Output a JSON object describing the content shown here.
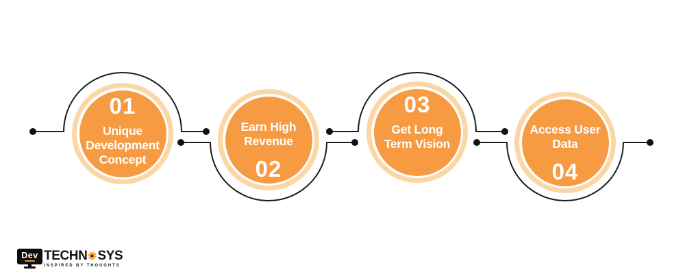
{
  "steps": [
    {
      "number": "01",
      "label": "Unique\nDevelopment\nConcept"
    },
    {
      "number": "02",
      "label": "Earn High\nRevenue"
    },
    {
      "number": "03",
      "label": "Get Long\nTerm Vision"
    },
    {
      "number": "04",
      "label": "Access User\nData"
    }
  ],
  "logo": {
    "dev": "Dev",
    "name_part1": "TECHN",
    "name_part2": "SYS",
    "tagline": "INSPIRED BY THOUGHTS"
  },
  "colors": {
    "circle_fill": "#F79B42",
    "circle_ring": "#FCD7A6",
    "connector_line": "#1B1B1B",
    "logo_accent": "#F7941D",
    "background": "#FFFFFF"
  }
}
